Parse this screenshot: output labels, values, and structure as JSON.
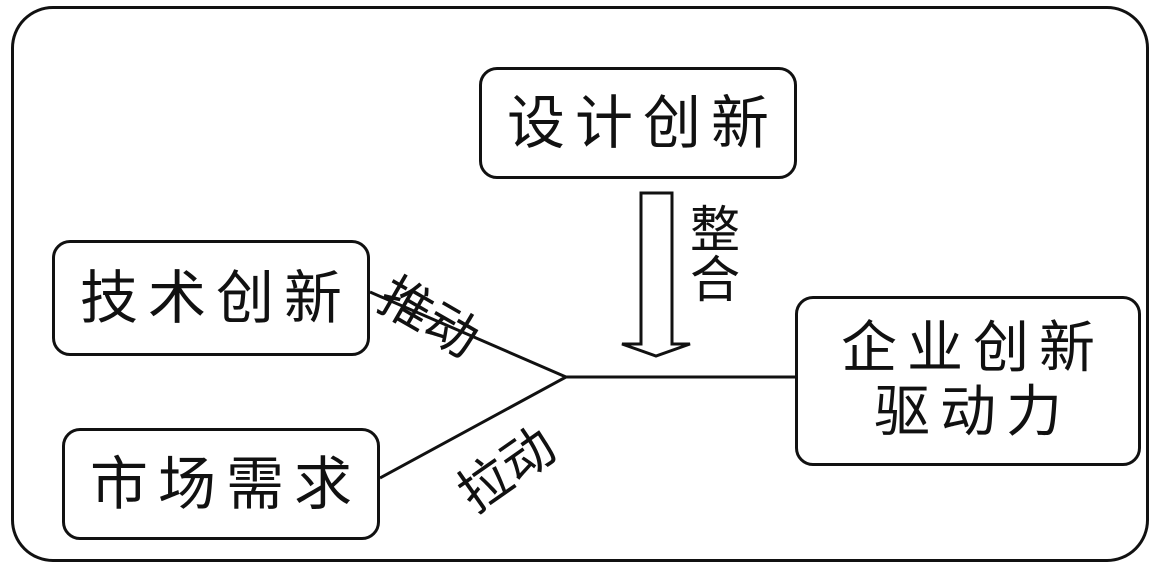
{
  "nodes": {
    "design_innovation": "设计创新",
    "tech_innovation": "技术创新",
    "market_demand": "市场需求",
    "enterprise_driver_line1": "企业创新",
    "enterprise_driver_line2": "驱动力"
  },
  "edges": {
    "push": "推动",
    "pull": "拉动",
    "integrate": "整合"
  }
}
